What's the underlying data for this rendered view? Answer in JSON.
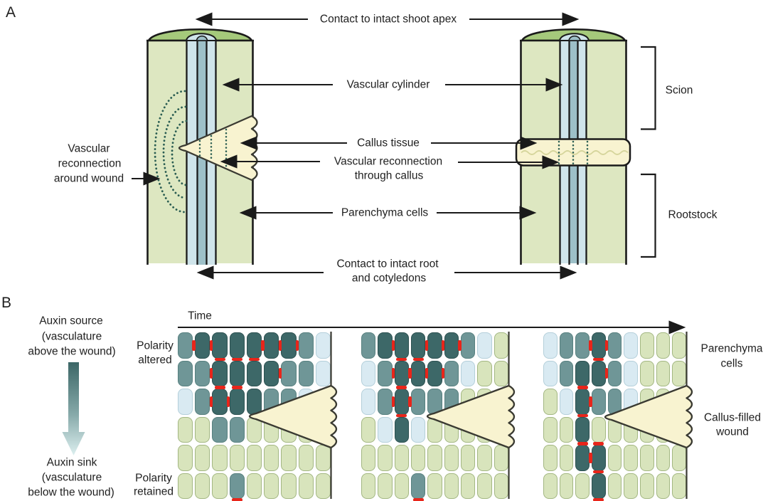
{
  "panel_a": {
    "letter": "A",
    "labels": {
      "contact_shoot_apex": "Contact to intact shoot apex",
      "vascular_cylinder": "Vascular cylinder",
      "callus_tissue": "Callus tissue",
      "vascular_reconnection_line1": "Vascular reconnection",
      "vascular_reconnection_line2": "through callus",
      "parenchyma_cells": "Parenchyma cells",
      "contact_root_line1": "Contact to intact root",
      "contact_root_line2": "and cotyledons",
      "around_wound_line1": "Vascular",
      "around_wound_line2": "reconnection",
      "around_wound_line3": "around wound",
      "scion": "Scion",
      "rootstock": "Rootstock"
    }
  },
  "panel_b": {
    "letter": "B",
    "time_label": "Time",
    "auxin_source": [
      "Auxin source",
      "(vasculature",
      "above the wound)"
    ],
    "auxin_sink": [
      "Auxin sink",
      "(vasculature",
      "below the wound)"
    ],
    "polarity_altered": [
      "Polarity",
      "altered"
    ],
    "polarity_retained": [
      "Polarity",
      "retained"
    ],
    "parenchyma_cells": [
      "Parenchyma",
      "cells"
    ],
    "callus_filled_wound": [
      "Callus-filled",
      "wound"
    ],
    "cell_types": {
      "D": "dark-teal cell",
      "M": "medium-teal cell",
      "L": "pale-blue cell",
      "G": "pale-green cell"
    },
    "grids": [
      {
        "cells": [
          "MDDDDDDML",
          "MMDDDDMML",
          "LMDDDMMLL",
          "GGMMGGGGG",
          "GGGGGGGGG",
          "GGGMGGGGG"
        ],
        "marks": [
          [
            0,
            1,
            "l"
          ],
          [
            0,
            2,
            "l"
          ],
          [
            0,
            5,
            "l"
          ],
          [
            0,
            6,
            "l"
          ],
          [
            0,
            7,
            "l"
          ],
          [
            1,
            2,
            "t"
          ],
          [
            1,
            3,
            "t"
          ],
          [
            1,
            4,
            "t"
          ],
          [
            1,
            2,
            "l"
          ],
          [
            1,
            6,
            "l"
          ],
          [
            2,
            2,
            "t"
          ],
          [
            2,
            3,
            "t"
          ],
          [
            2,
            2,
            "l"
          ],
          [
            2,
            3,
            "l"
          ],
          [
            5,
            3,
            "b"
          ]
        ]
      },
      {
        "cells": [
          "MDDDDDMLG",
          "LMDDDMLGG",
          "LMDMMMGGG",
          "GLDLGGGGG",
          "GGGGGGGGG",
          "GGGMGGGGG"
        ],
        "marks": [
          [
            0,
            2,
            "l"
          ],
          [
            0,
            4,
            "l"
          ],
          [
            0,
            5,
            "l"
          ],
          [
            0,
            6,
            "l"
          ],
          [
            1,
            2,
            "t"
          ],
          [
            1,
            3,
            "t"
          ],
          [
            1,
            2,
            "l"
          ],
          [
            1,
            3,
            "l"
          ],
          [
            1,
            4,
            "l"
          ],
          [
            1,
            5,
            "l"
          ],
          [
            2,
            2,
            "t"
          ],
          [
            2,
            2,
            "l"
          ],
          [
            2,
            3,
            "l"
          ],
          [
            3,
            2,
            "t"
          ],
          [
            5,
            3,
            "b"
          ]
        ]
      },
      {
        "cells": [
          "LMMDMLGGG",
          "LMDDMLGGG",
          "GLDMMLGGG",
          "GGDGGGGGG",
          "GGDDGGGGG",
          "GGGDGGGGG"
        ],
        "marks": [
          [
            0,
            3,
            "l"
          ],
          [
            0,
            4,
            "l"
          ],
          [
            1,
            3,
            "t"
          ],
          [
            1,
            4,
            "l"
          ],
          [
            2,
            2,
            "t"
          ],
          [
            2,
            3,
            "l"
          ],
          [
            3,
            2,
            "t"
          ],
          [
            4,
            2,
            "t"
          ],
          [
            4,
            3,
            "l"
          ],
          [
            4,
            3,
            "t"
          ],
          [
            5,
            3,
            "t"
          ],
          [
            5,
            3,
            "b"
          ]
        ]
      }
    ]
  },
  "colors": {
    "stem_body": "#dde7c1",
    "stem_cap": "#a5c97b",
    "vascular_light": "#cfe4ea",
    "vascular_mid": "#9dc0c8",
    "callus": "#f8f3d0",
    "callus_wave": "#d6d59c",
    "outline": "#1a1a1a",
    "reconnection_dots": "#2a5d52",
    "cell_dark": "#3d6868",
    "cell_medium": "#6f9697",
    "cell_light_blue": "#d9eaf2",
    "cell_light_green": "#d8e4bc",
    "polarity_red": "#e8251a"
  }
}
